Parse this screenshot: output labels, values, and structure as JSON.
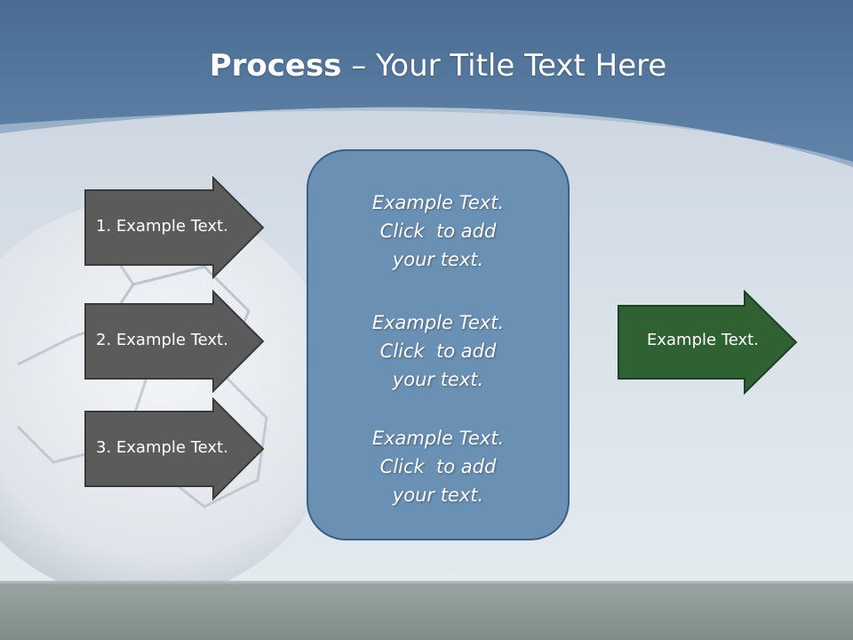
{
  "slide": {
    "title_bold": "Process",
    "title_rest": " – Your Title Text Here"
  },
  "left_arrows": [
    {
      "label": "1. Example Text."
    },
    {
      "label": "2. Example Text."
    },
    {
      "label": "3. Example Text."
    }
  ],
  "center_box": {
    "paragraphs": [
      {
        "line1": "Example Text.",
        "line2": "Click  to add",
        "line3": "your text."
      },
      {
        "line1": "Example Text.",
        "line2": "Click  to add",
        "line3": "your text."
      },
      {
        "line1": "Example Text.",
        "line2": "Click  to add",
        "line3": "your text."
      }
    ]
  },
  "right_arrow": {
    "label": "Example Text."
  },
  "colors": {
    "header": "#557aa0",
    "left_arrow_fill": "#5b5b5b",
    "center_box_fill": "#6a90b4",
    "right_arrow_fill": "#2f6133"
  }
}
